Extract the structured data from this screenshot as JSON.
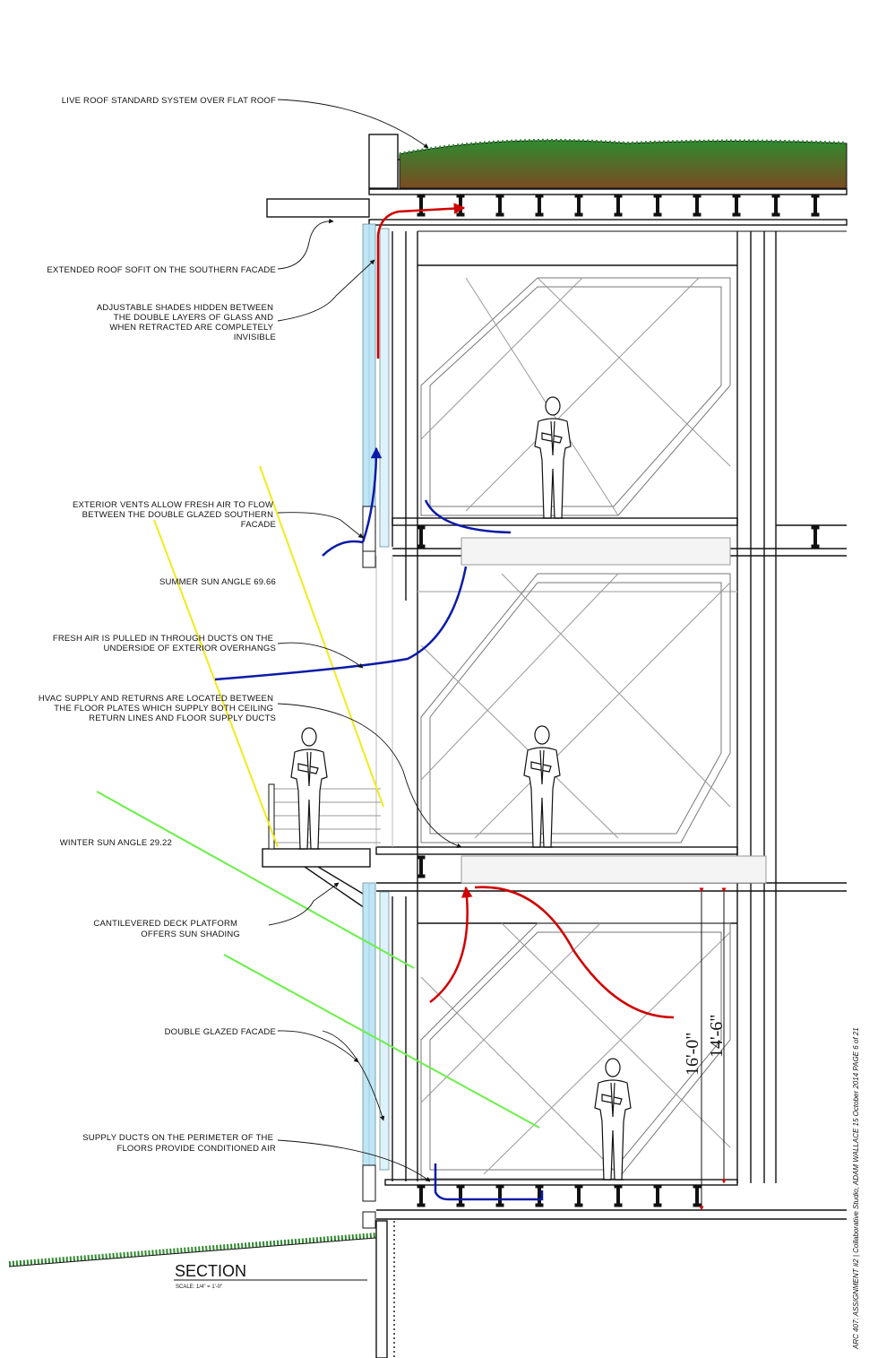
{
  "annotations": {
    "live_roof": "LIVE ROOF STANDARD SYSTEM OVER FLAT ROOF",
    "roof_sofit": "EXTENDED ROOF SOFIT ON THE SOUTHERN FACADE",
    "shades": [
      "ADJUSTABLE SHADES HIDDEN BETWEEN",
      "THE DOUBLE LAYERS OF GLASS AND",
      "WHEN RETRACTED ARE COMPLETELY",
      "INVISIBLE"
    ],
    "vents": [
      "EXTERIOR VENTS ALLOW FRESH AIR TO FLOW",
      "BETWEEN THE DOUBLE GLAZED SOUTHERN",
      "FACADE"
    ],
    "summer_sun": "SUMMER SUN ANGLE 69.66",
    "fresh_air": [
      "FRESH AIR IS PULLED IN THROUGH DUCTS ON THE",
      "UNDERSIDE OF EXTERIOR OVERHANGS"
    ],
    "hvac": [
      "HVAC SUPPLY AND RETURNS ARE LOCATED BETWEEN",
      "THE FLOOR PLATES WHICH SUPPLY BOTH CEILING",
      "RETURN LINES AND FLOOR SUPPLY DUCTS"
    ],
    "winter_sun": "WINTER SUN ANGLE 29.22",
    "deck": [
      "CANTILEVERED DECK PLATFORM",
      "OFFERS SUN SHADING"
    ],
    "double_glazed": "DOUBLE GLAZED FACADE",
    "supply_ducts": [
      "SUPPLY DUCTS ON THE PERIMETER OF THE",
      "FLOORS PROVIDE CONDITIONED AIR"
    ]
  },
  "title": {
    "label": "SECTION",
    "scale": "SCALE: 1/4\" = 1'-0\""
  },
  "dimensions": {
    "floor_to_floor": "16'-0\"",
    "floor_to_ceiling": "14'-6\""
  },
  "sheet_info": "ARC 407: ASSIGNMENT #2 | Collaborative Studio, ADAM WALLACE  15 October 2014  PAGE 6 of 21",
  "colors": {
    "supply_air": "#d00000",
    "fresh_air": "#0a1aa8",
    "summer_sun": "#f2ea1c",
    "winter_sun": "#6af04a",
    "grass": "#2f8a2f",
    "soil": "#6b4a26",
    "glass": "#bfe6f5"
  }
}
